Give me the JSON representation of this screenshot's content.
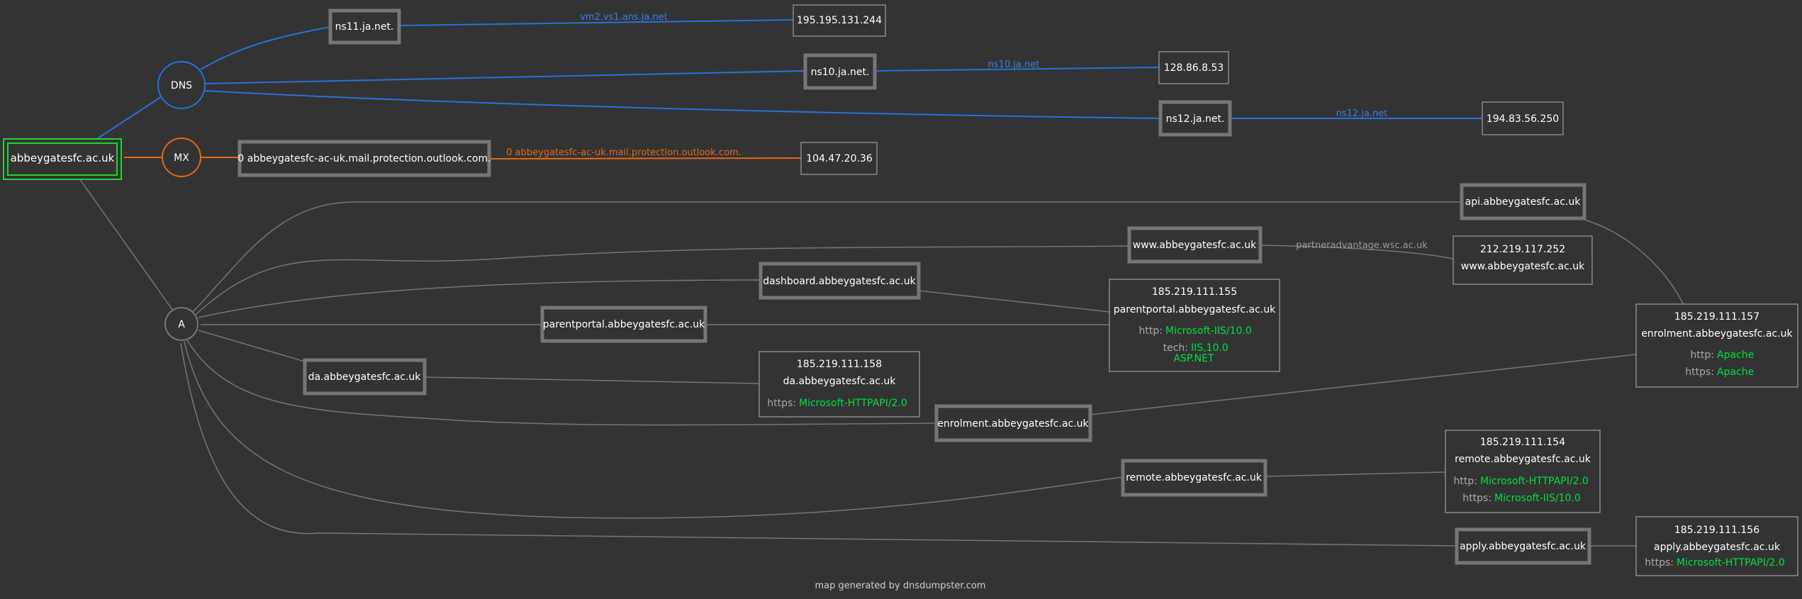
{
  "root": "abbeygatesfc.ac.uk",
  "groups": {
    "dns": "DNS",
    "mx": "MX",
    "a": "A"
  },
  "dns": {
    "ns11": {
      "host": "ns11.ja.net.",
      "edge": "vm2.vs1.ans.ja.net",
      "ip": "195.195.131.244"
    },
    "ns10": {
      "host": "ns10.ja.net.",
      "edge": "ns10.ja.net",
      "ip": "128.86.8.53"
    },
    "ns12": {
      "host": "ns12.ja.net.",
      "edge": "ns12.ja.net",
      "ip": "194.83.56.250"
    }
  },
  "mx": {
    "host": "0 abbeygatesfc-ac-uk.mail.protection.outlook.com.",
    "edge": "0 abbeygatesfc-ac-uk.mail.protection.outlook.com.",
    "ip": "104.47.20.36"
  },
  "hosts": {
    "api": "api.abbeygatesfc.ac.uk",
    "www": "www.abbeygatesfc.ac.uk",
    "dashboard": "dashboard.abbeygatesfc.ac.uk",
    "parentportal": "parentportal.abbeygatesfc.ac.uk",
    "da": "da.abbeygatesfc.ac.uk",
    "enrolment": "enrolment.abbeygatesfc.ac.uk",
    "remote": "remote.abbeygatesfc.ac.uk",
    "apply": "apply.abbeygatesfc.ac.uk"
  },
  "www_edge": "partneradvantage.wsc.ac.uk",
  "ips": {
    "www": {
      "ip": "212.219.117.252",
      "name": "www.abbeygatesfc.ac.uk"
    },
    "i155": {
      "ip": "185.219.111.155",
      "name": "parentportal.abbeygatesfc.ac.uk",
      "http_label": "http:",
      "http": "Microsoft-IIS/10.0",
      "tech_label": "tech:",
      "tech1": "IIS,10.0",
      "tech2": "ASP.NET"
    },
    "i158": {
      "ip": "185.219.111.158",
      "name": "da.abbeygatesfc.ac.uk",
      "https_label": "https:",
      "https": "Microsoft-HTTPAPI/2.0"
    },
    "i157": {
      "ip": "185.219.111.157",
      "name": "enrolment.abbeygatesfc.ac.uk",
      "http_label": "http:",
      "http": "Apache",
      "https_label": "https:",
      "https": "Apache"
    },
    "i154": {
      "ip": "185.219.111.154",
      "name": "remote.abbeygatesfc.ac.uk",
      "http_label": "http:",
      "http": "Microsoft-HTTPAPI/2.0",
      "https_label": "https:",
      "https": "Microsoft-IIS/10.0"
    },
    "i156": {
      "ip": "185.219.111.156",
      "name": "apply.abbeygatesfc.ac.uk",
      "https_label": "https:",
      "https": "Microsoft-HTTPAPI/2.0"
    }
  },
  "footer": "map generated by dnsdumpster.com",
  "colors": {
    "background": "#333333",
    "dns_edge": "#2a70d8",
    "mx_edge": "#e06a1a",
    "root_border": "#1fd430",
    "server_green": "#00e040"
  }
}
